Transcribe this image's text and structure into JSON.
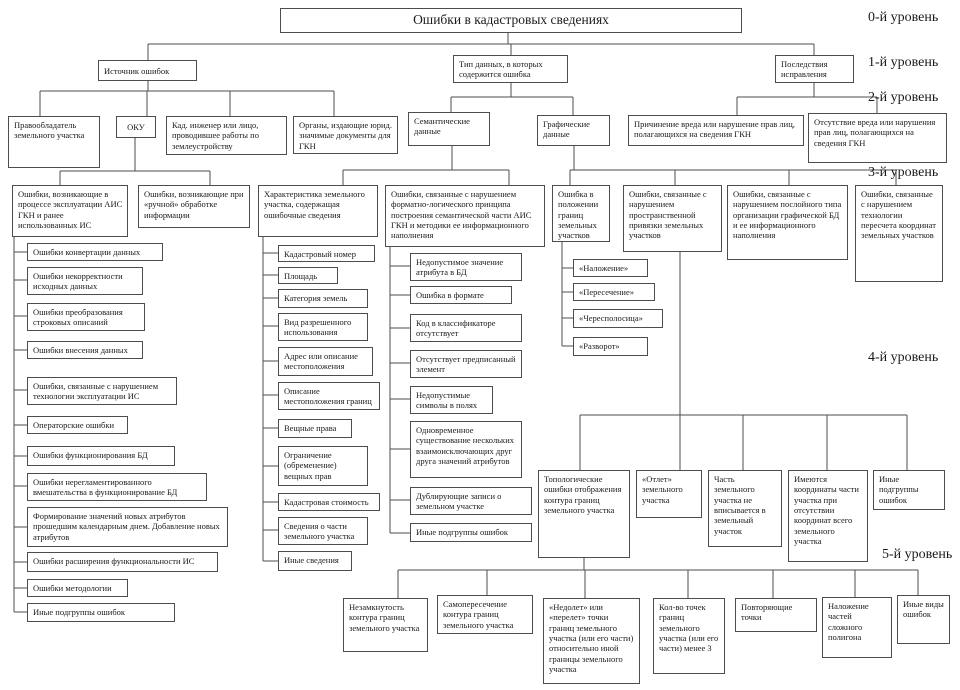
{
  "title": "Ошибки в кадастровых сведениях",
  "level_labels": [
    "0-й уровень",
    "1-й уровень",
    "2-й уровень",
    "3-й уровень",
    "4-й уровень",
    "5-й уровень"
  ],
  "colors": {
    "border": "#4d4d4d",
    "background": "#ffffff",
    "text": "#1a1a1a"
  },
  "nodes": {
    "source": "Источник ошибок",
    "data_type": "Тип данных, в которых содержится ошибка",
    "consequences": "Последствия исправления",
    "rights_holder": "Правообладатель земельного участка",
    "oku": "ОКУ",
    "cad_engineer": "Кад. инженер или лицо, проводившее работы по землеустройству",
    "authorities": "Органы, издающие юрид. значимые документы для ГКН",
    "semantic": "Семантические данные",
    "graphic": "Графические данные",
    "harm": "Причинение вреда или нарушение прав лиц, полагающихся на сведения ГКН",
    "no_harm": "Отсутствие вреда или нарушения прав лиц, полагающихся на сведения ГКН",
    "ais_errors": "Ошибки, возникающие в процессе эксплуатации АИС ГКН и ранее использованных ИС",
    "manual_errors": "Ошибки, возникающие при «ручной» обработке информации",
    "characteristic": "Характеристика земельного участка, содержащая ошибочные сведения",
    "format_logic": "Ошибки, связанные с нарушением форматно-логического принципа построения семантической части АИС ГКН и методики ее информационного наполнения",
    "border_position": "Ошибка в положении границ земельных участков",
    "spatial_ref": "Ошибки, связанные с нарушением пространственной привязки земельных участков",
    "layer_type": "Ошибки, связанные с нарушением послойного типа организации графической БД и ее информационного наполнения",
    "coord_recalc": "Ошибки, связанные с нарушением технологии пересчета координат земельных участков"
  },
  "lists": {
    "ais": [
      "Ошибки конвертации данных",
      "Ошибки некорректности исходных данных",
      "Ошибки преобразования строковых описаний",
      "Ошибки внесения данных",
      "Ошибки, связанные с нарушением технологии эксплуатации ИС",
      "Операторские ошибки",
      "Ошибки функционирования БД",
      "Ошибки нерегламентированного вмешательства в функционирование БД",
      "Формирование значений новых атрибутов прошедшим календарным днем. Добавление новых атрибутов",
      "Ошибки расширения функциональности ИС",
      "Ошибки методологии",
      "Иные подгруппы ошибок"
    ],
    "charact": [
      "Кадастровый номер",
      "Площадь",
      "Категория земель",
      "Вид разрешенного использования",
      "Адрес или описание местоположения",
      "Описание местоположения границ",
      "Вещные права",
      "Ограничение (обременение) вещных прав",
      "Кадастровая стоимость",
      "Сведения о части земельного участка",
      "Иные сведения"
    ],
    "fmt": [
      "Недопустимое значение атрибута в БД",
      "Ошибка в формате",
      "Код в классификаторе отсутствует",
      "Отсутствует предписанный элемент",
      "Недопустимые символы в полях",
      "Одновременное существование нескольких взаимоисключающих друг друга значений атрибутов",
      "Дублирующие записи о земельном участке",
      "Иные подгруппы ошибок"
    ],
    "border": [
      "«Наложение»",
      "«Пересечение»",
      "«Чересполосица»",
      "«Разворот»"
    ]
  },
  "row4": [
    "Топологические ошибки отображения контура границ земельного участка",
    "«Отлет» земельного участка",
    "Часть земельного участка не вписывается в земельный участок",
    "Имеются координаты части участка при отсутствии координат всего земельного участка",
    "Иные подгруппы ошибок"
  ],
  "row5": [
    "Незамкнутость контура границ земельного участка",
    "Самопересечение контура границ земельного участка",
    "«Недолет» или «перелет» точки границ земельного участка (или его части) относительно иной границы земельного участка",
    "Кол-во точек границ земельного участка (или его части) менее 3",
    "Повторяющие точки",
    "Наложение частей сложного полигона",
    "Иные виды ошибок"
  ]
}
